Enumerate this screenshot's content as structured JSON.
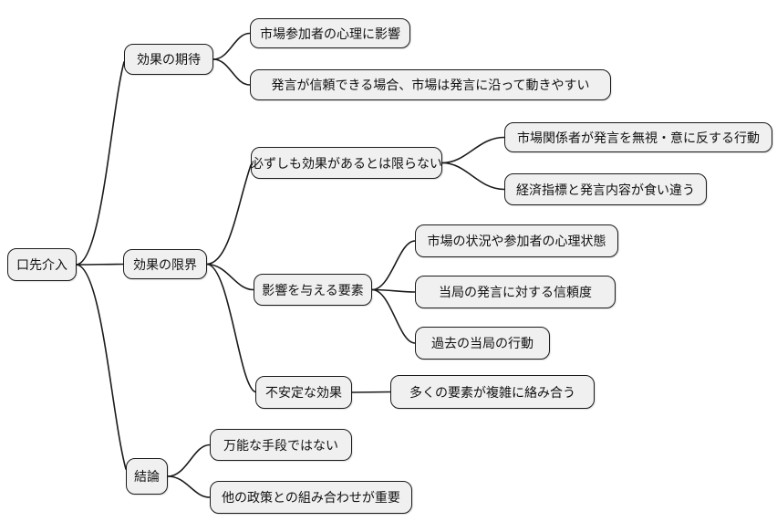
{
  "diagram": {
    "type": "mindmap",
    "topic": "口先介入",
    "style": {
      "background": "#ffffff",
      "node_fill": "#f0f0f0",
      "node_border": "#1a1a1a",
      "edge_color": "#1a1a1a",
      "text_color": "#111111"
    },
    "edges": [
      [
        "root",
        "expected-effects"
      ],
      [
        "root",
        "effect-limits"
      ],
      [
        "root",
        "conclusion"
      ],
      [
        "expected-effects",
        "psych-impact"
      ],
      [
        "expected-effects",
        "credible-statement"
      ],
      [
        "effect-limits",
        "not-always-effective"
      ],
      [
        "effect-limits",
        "influencing-factors"
      ],
      [
        "effect-limits",
        "unstable-effect"
      ],
      [
        "not-always-effective",
        "market-ignores"
      ],
      [
        "not-always-effective",
        "indicator-mismatch"
      ],
      [
        "influencing-factors",
        "market-conditions"
      ],
      [
        "influencing-factors",
        "credibility"
      ],
      [
        "influencing-factors",
        "past-actions"
      ],
      [
        "unstable-effect",
        "complex-factors"
      ],
      [
        "conclusion",
        "not-panacea"
      ],
      [
        "conclusion",
        "policy-combination"
      ]
    ]
  },
  "nodes": {
    "root": {
      "label": "口先介入"
    },
    "expected_effects": {
      "label": "効果の期待"
    },
    "psych_impact": {
      "label": "市場参加者の心理に影響"
    },
    "credible_statement": {
      "label": "発言が信頼できる場合、市場は発言に沿って動きやすい"
    },
    "effect_limits": {
      "label": "効果の限界"
    },
    "not_always_effective": {
      "label": "必ずしも効果があるとは限らない"
    },
    "market_ignores": {
      "label": "市場関係者が発言を無視・意に反する行動"
    },
    "indicator_mismatch": {
      "label": "経済指標と発言内容が食い違う"
    },
    "influencing_factors": {
      "label": "影響を与える要素"
    },
    "market_conditions": {
      "label": "市場の状況や参加者の心理状態"
    },
    "credibility": {
      "label": "当局の発言に対する信頼度"
    },
    "past_actions": {
      "label": "過去の当局の行動"
    },
    "unstable_effect": {
      "label": "不安定な効果"
    },
    "complex_factors": {
      "label": "多くの要素が複雑に絡み合う"
    },
    "conclusion": {
      "label": "結論"
    },
    "not_panacea": {
      "label": "万能な手段ではない"
    },
    "policy_combination": {
      "label": "他の政策との組み合わせが重要"
    }
  }
}
